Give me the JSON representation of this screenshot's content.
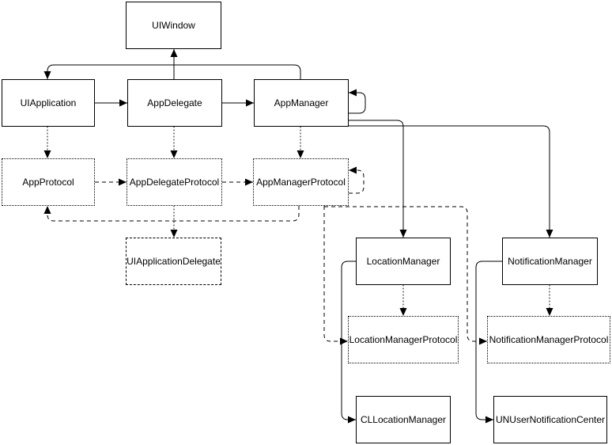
{
  "diagram": {
    "colors": {
      "stroke": "#000000",
      "background": "#ffffff",
      "text": "#000000"
    },
    "nodes": {
      "uiwindow": {
        "label": "UIWindow",
        "border": "solid"
      },
      "uiapplication": {
        "label": "UIApplication",
        "border": "solid"
      },
      "appdelegate": {
        "label": "AppDelegate",
        "border": "solid"
      },
      "appmanager": {
        "label": "AppManager",
        "border": "solid"
      },
      "appprotocol": {
        "label": "AppProtocol",
        "border": "dotted"
      },
      "appdelegateprotocol": {
        "label": "AppDelegateProtocol",
        "border": "dotted"
      },
      "appmanagerprotocol": {
        "label": "AppManagerProtocol",
        "border": "dotted"
      },
      "uiapplicationdelegate": {
        "label": "UIApplicationDelegate",
        "border": "dashed"
      },
      "locationmanager": {
        "label": "LocationManager",
        "border": "solid"
      },
      "notificationmanager": {
        "label": "NotificationManager",
        "border": "solid"
      },
      "locationmanagerprotocol": {
        "label": "LocationManagerProtocol",
        "border": "dotted"
      },
      "notificationmanagerprotocol": {
        "label": "NotificationManagerProtocol",
        "border": "dotted"
      },
      "cllocationmanager": {
        "label": "CLLocationManager",
        "border": "solid"
      },
      "unusernotificationcenter": {
        "label": "UNUserNotificationCenter",
        "border": "solid"
      }
    },
    "edges": [
      {
        "from": "UIApplication",
        "to": "AppDelegate",
        "line": "solid"
      },
      {
        "from": "AppDelegate",
        "to": "AppManager",
        "line": "solid"
      },
      {
        "from": "AppDelegate",
        "to": "UIWindow",
        "line": "solid"
      },
      {
        "from": "AppManager",
        "to": "UIApplication",
        "line": "solid"
      },
      {
        "from": "AppManager",
        "to": "AppManager",
        "line": "solid"
      },
      {
        "from": "AppManager",
        "to": "LocationManager",
        "line": "solid"
      },
      {
        "from": "AppManager",
        "to": "NotificationManager",
        "line": "solid"
      },
      {
        "from": "UIApplication",
        "to": "AppProtocol",
        "line": "dotted"
      },
      {
        "from": "AppDelegate",
        "to": "AppDelegateProtocol",
        "line": "dotted"
      },
      {
        "from": "AppManager",
        "to": "AppManagerProtocol",
        "line": "dotted"
      },
      {
        "from": "AppProtocol",
        "to": "AppDelegateProtocol",
        "line": "dashed"
      },
      {
        "from": "AppDelegateProtocol",
        "to": "AppManagerProtocol",
        "line": "dashed"
      },
      {
        "from": "AppManagerProtocol",
        "to": "AppManagerProtocol",
        "line": "dashed"
      },
      {
        "from": "AppManagerProtocol",
        "to": "AppProtocol",
        "line": "dashed"
      },
      {
        "from": "AppDelegateProtocol",
        "to": "UIApplicationDelegate",
        "line": "dotted"
      },
      {
        "from": "AppManagerProtocol",
        "to": "LocationManagerProtocol",
        "line": "dashed"
      },
      {
        "from": "AppManagerProtocol",
        "to": "NotificationManagerProtocol",
        "line": "dashed"
      },
      {
        "from": "LocationManager",
        "to": "LocationManagerProtocol",
        "line": "dotted"
      },
      {
        "from": "NotificationManager",
        "to": "NotificationManagerProtocol",
        "line": "dotted"
      },
      {
        "from": "LocationManager",
        "to": "CLLocationManager",
        "line": "solid"
      },
      {
        "from": "NotificationManager",
        "to": "UNUserNotificationCenter",
        "line": "solid"
      }
    ]
  }
}
